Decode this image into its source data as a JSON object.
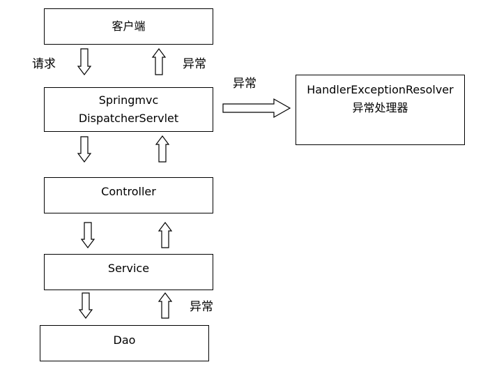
{
  "nodes": {
    "client": "客户端",
    "dispatcher_line1": "Springmvc",
    "dispatcher_line2": "DispatcherServlet",
    "controller": "Controller",
    "service": "Service",
    "dao": "Dao",
    "resolver_line1": "HandlerExceptionResolver",
    "resolver_line2": "异常处理器"
  },
  "labels": {
    "request": "请求",
    "exception_client": "异常",
    "exception_resolver": "异常",
    "exception_dao": "异常"
  }
}
